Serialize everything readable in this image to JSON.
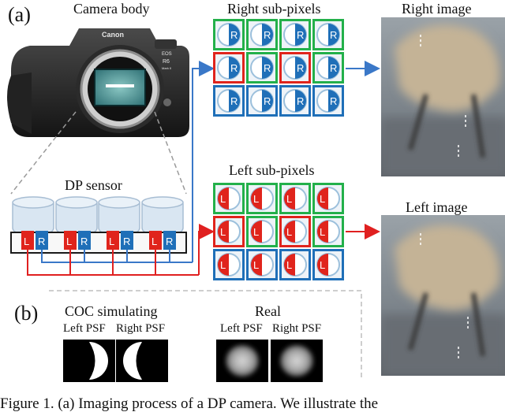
{
  "figure": {
    "panel_a": "(a)",
    "panel_b": "(b)",
    "camera_body": "Camera body",
    "camera_brand": "Canon",
    "camera_model_line1": "EOS",
    "camera_model_line2": "R6",
    "camera_model_line3": "Mark II",
    "dp_sensor": "DP sensor",
    "right_subpixels": "Right sub-pixels",
    "left_subpixels": "Left sub-pixels",
    "right_image": "Right image",
    "left_image": "Left image",
    "coc_simulating": "COC simulating",
    "real": "Real",
    "left_psf": "Left PSF",
    "right_psf": "Right PSF",
    "sensor_left_letter": "L",
    "sensor_right_letter": "R",
    "grid_right_letter": "R",
    "grid_left_letter": "L"
  },
  "caption": "Figure 1. (a) Imaging process of a DP camera. We illustrate the",
  "colors": {
    "green": "#23b04a",
    "blue": "#1f6fb8",
    "red": "#e0241c",
    "arrow_blue": "#3a78c8",
    "arrow_red": "#e02020"
  }
}
